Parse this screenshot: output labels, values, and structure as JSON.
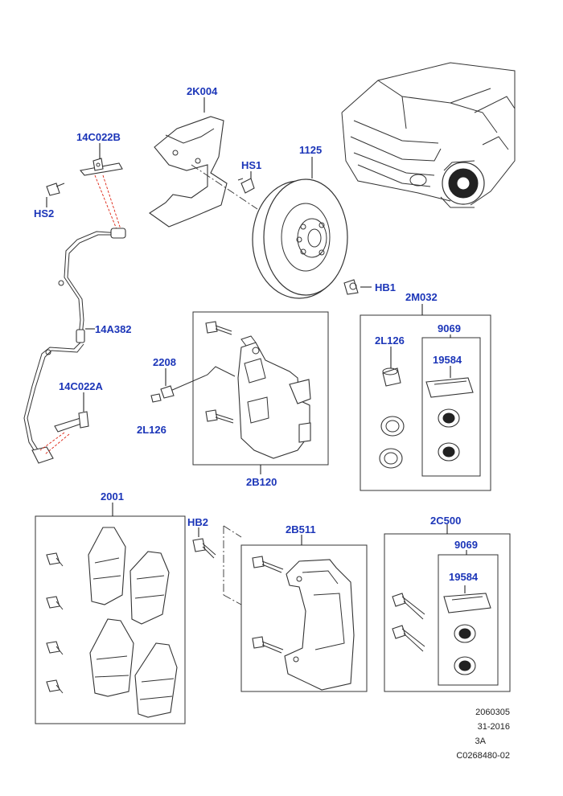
{
  "callouts": {
    "c2K004": "2K004",
    "c14C022B": "14C022B",
    "cHS1": "HS1",
    "c1125": "1125",
    "cHS2": "HS2",
    "cHB1": "HB1",
    "c2M032": "2M032",
    "c14A382": "14A382",
    "c9069a": "9069",
    "c2L126a": "2L126",
    "c19584a": "19584",
    "c2208": "2208",
    "c14C022A": "14C022A",
    "c2L126b": "2L126",
    "c2B120": "2B120",
    "c2001": "2001",
    "cHB2": "HB2",
    "c2B511": "2B511",
    "c2C500": "2C500",
    "c9069b": "9069",
    "c19584b": "19584"
  },
  "footer": {
    "line1": "2060305",
    "line2": "31-2016",
    "line3": "3A",
    "line4": "C0268480-02"
  },
  "colors": {
    "callout": "#1b35b8",
    "lead_red": "#d21111",
    "line": "#333333"
  }
}
